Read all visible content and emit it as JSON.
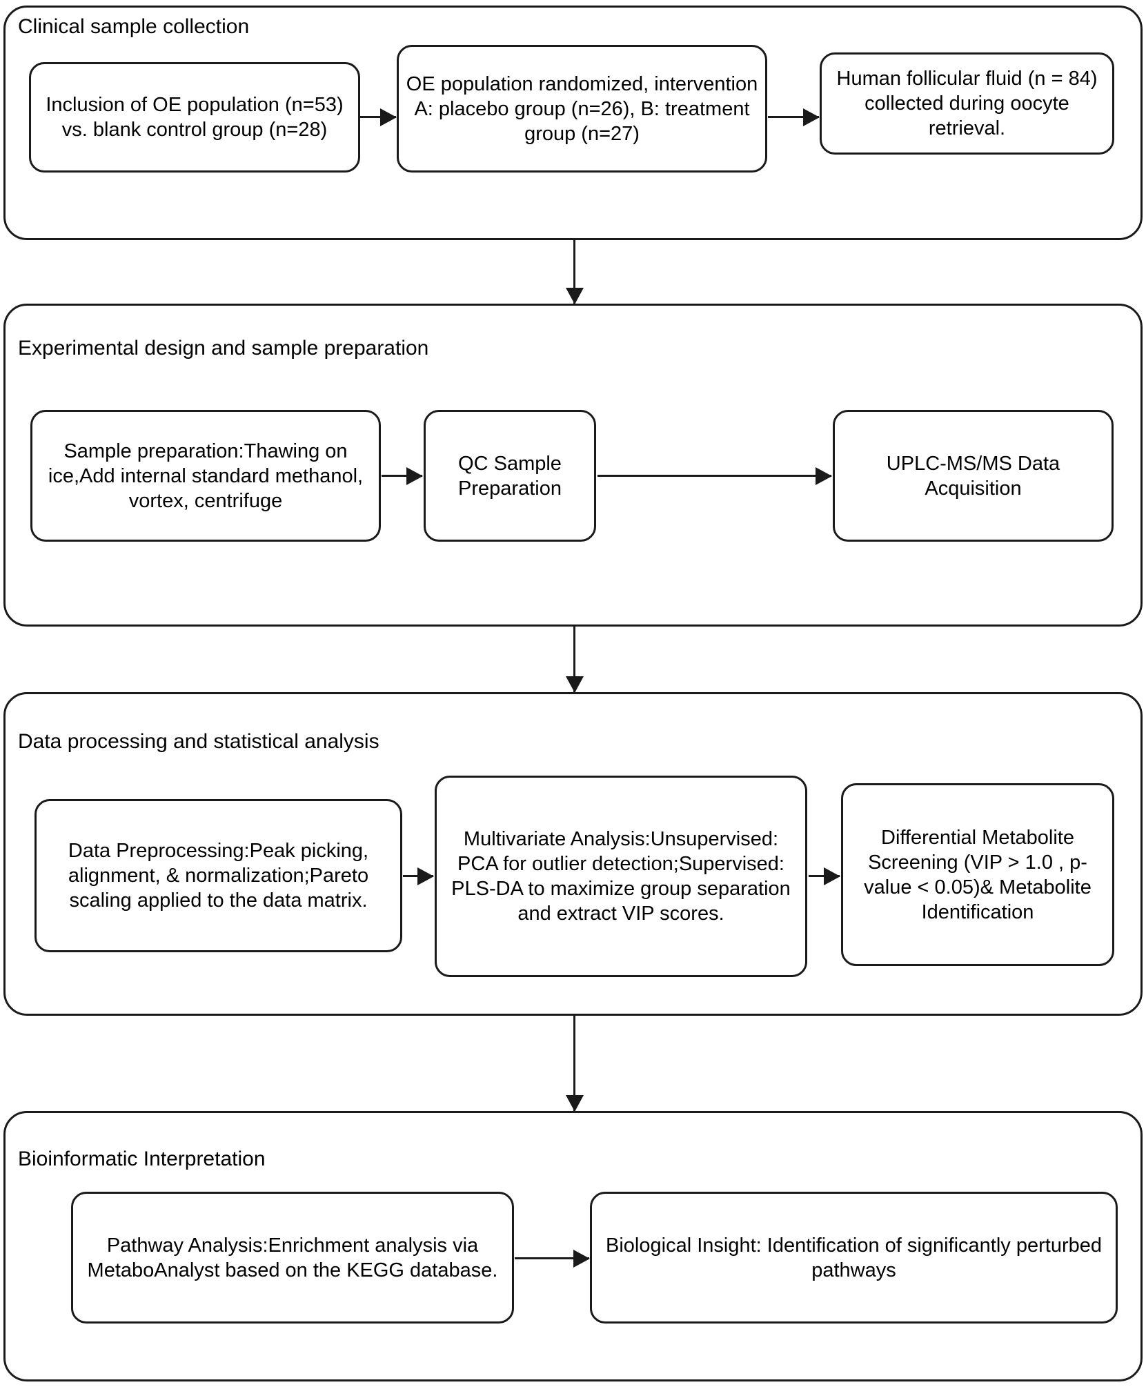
{
  "diagram": {
    "title": "Metabolomics study workflow flowchart",
    "stroke_color": "#1a1a1a",
    "background_color": "#ffffff",
    "sections": [
      {
        "id": "clinical-sample-collection",
        "title": "Clinical sample collection",
        "nodes": [
          {
            "id": "inclusion-oe-population",
            "text": "Inclusion of OE population (n=53) vs. blank control group (n=28)"
          },
          {
            "id": "oe-population-randomized",
            "text": "OE population randomized, intervention A: placebo group (n=26), B: treatment group (n=27)"
          },
          {
            "id": "human-follicular-fluid",
            "text": "Human follicular fluid (n = 84) collected during oocyte retrieval."
          }
        ]
      },
      {
        "id": "experimental-design-sample-preparation",
        "title": "Experimental design and sample preparation",
        "nodes": [
          {
            "id": "sample-preparation",
            "text": "Sample preparation:Thawing on ice,Add internal standard methanol, vortex, centrifuge"
          },
          {
            "id": "qc-sample-preparation",
            "text": "QC Sample Preparation"
          },
          {
            "id": "uplc-ms-ms-data-acquisition",
            "text": "UPLC-MS/MS Data Acquisition"
          }
        ]
      },
      {
        "id": "data-processing-statistical-analysis",
        "title": "Data processing and statistical analysis",
        "nodes": [
          {
            "id": "data-preprocessing",
            "text": "Data Preprocessing:Peak picking, alignment, & normalization;Pareto scaling applied to the data matrix."
          },
          {
            "id": "multivariate-analysis",
            "text": "Multivariate Analysis:Unsupervised: PCA for outlier detection;Supervised: PLS-DA to maximize group separation and extract VIP scores."
          },
          {
            "id": "differential-metabolite-screening",
            "text": "Differential Metabolite Screening (VIP > 1.0 , p-value < 0.05)& Metabolite Identification"
          }
        ]
      },
      {
        "id": "bioinformatic-interpretation",
        "title": "Bioinformatic Interpretation",
        "nodes": [
          {
            "id": "pathway-analysis",
            "text": "Pathway Analysis:Enrichment analysis via MetaboAnalyst based on the KEGG database."
          },
          {
            "id": "biological-insight",
            "text": "Biological Insight: Identification of significantly perturbed pathways"
          }
        ]
      }
    ]
  }
}
